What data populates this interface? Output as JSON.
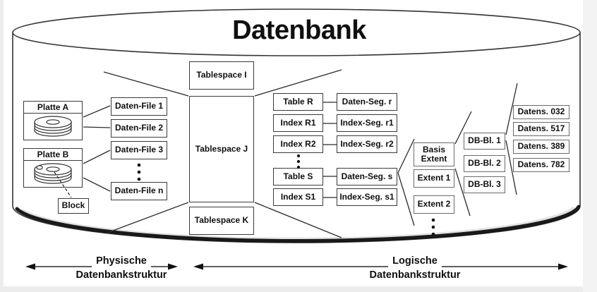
{
  "diagram_title": "Datenbank",
  "physical": {
    "disks": [
      {
        "label": "Platte A"
      },
      {
        "label": "Platte B"
      }
    ],
    "block": {
      "label": "Block"
    },
    "data_files": [
      "Daten-File 1",
      "Daten-File 2",
      "Daten-File 3",
      "Daten-File n"
    ]
  },
  "logical": {
    "tablespaces": [
      "Tablespace I",
      "Tablespace J",
      "Tablespace K"
    ],
    "tables": [
      "Table R",
      "Index R1",
      "Index R2",
      "Table S",
      "Index S1"
    ],
    "segments": [
      "Daten-Seg. r",
      "Index-Seg. r1",
      "Index-Seg. r2",
      "Daten-Seg. s",
      "Index-Seg. s1"
    ],
    "extents": [
      "Basis Extent",
      "Extent 1",
      "Extent 2"
    ],
    "db_blocks": [
      "DB-Bl. 1",
      "DB-Bl. 2",
      "DB-Bl. 3"
    ],
    "data_records": [
      "Datens. 032",
      "Datens. 517",
      "Datens. 389",
      "Datens. 782"
    ]
  },
  "legend": {
    "physical_line1": "Physische",
    "physical_line2": "Datenbankstruktur",
    "logical_line1": "Logische",
    "logical_line2": "Datenbankstruktur"
  },
  "colors": {
    "stroke": "#2b2b2b",
    "light_stroke": "#6a6a6a",
    "background": "#ffffff",
    "text": "#0f0f0f"
  }
}
